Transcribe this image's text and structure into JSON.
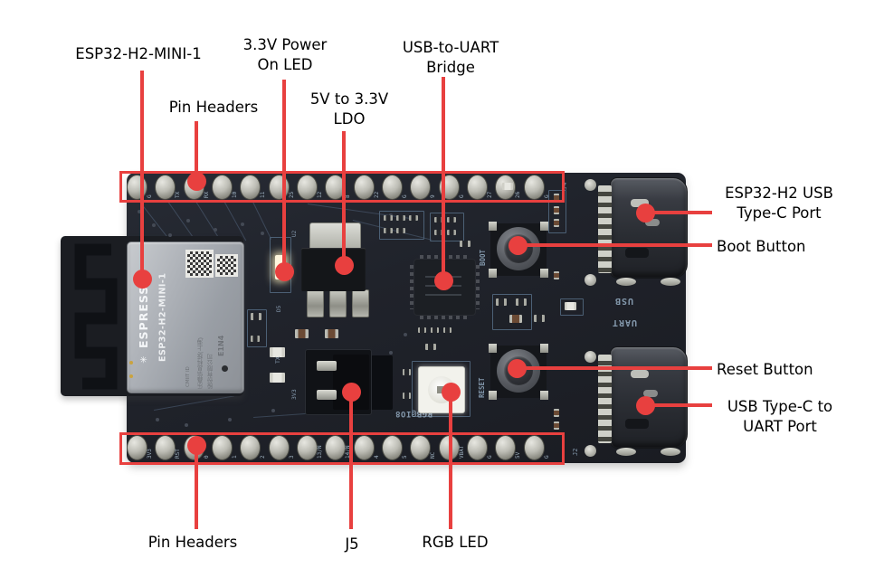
{
  "colors": {
    "callout": "#e8403f",
    "board": "#20242c",
    "shield_text": "#f4f6f8"
  },
  "labels": {
    "module": "ESP32-H2-MINI-1",
    "pin_headers_top": "Pin Headers",
    "power_led_1": "3.3V Power",
    "power_led_2": "On LED",
    "ldo_1": "5V to 3.3V",
    "ldo_2": "LDO",
    "bridge_1": "USB-to-UART",
    "bridge_2": "Bridge",
    "usb_port_1": "ESP32-H2 USB",
    "usb_port_2": "Type-C Port",
    "boot": "Boot Button",
    "reset": "Reset Button",
    "uart_port_1": "USB Type-C to",
    "uart_port_2": "UART Port",
    "pin_headers_bottom": "Pin Headers",
    "j5": "J5",
    "rgb": "RGB LED"
  },
  "board": {
    "pins_top": [
      "G",
      "TX",
      "RX",
      "10",
      "11",
      "25",
      "12",
      "8",
      "22",
      "G",
      "9",
      "G",
      "27",
      "26",
      "G"
    ],
    "pins_bottom": [
      "3V3",
      "RST",
      "0",
      "1",
      "2",
      "3",
      "13/N",
      "14/N",
      "4",
      "5",
      "NC",
      "VBAT",
      "G",
      "5V",
      "G"
    ],
    "silkscreen": {
      "boot": "BOOT",
      "reset": "RESET",
      "rgb": "RGB@IO8",
      "usb": "USB",
      "uart": "UART",
      "j4": "J4",
      "j2": "J2",
      "tx": "TX",
      "v3": "3V3",
      "u2": "U2",
      "d5": "D5"
    },
    "module": {
      "brand": "ESPRESSIF",
      "name": "ESP32-H2-MINI-1",
      "cert": "CMIIT ID",
      "cn1": "乐鑫信息科技(上海)",
      "cn2": "股份有限公司",
      "code": "E1N4"
    }
  },
  "icons": {
    "espressif_logo": "✳"
  }
}
